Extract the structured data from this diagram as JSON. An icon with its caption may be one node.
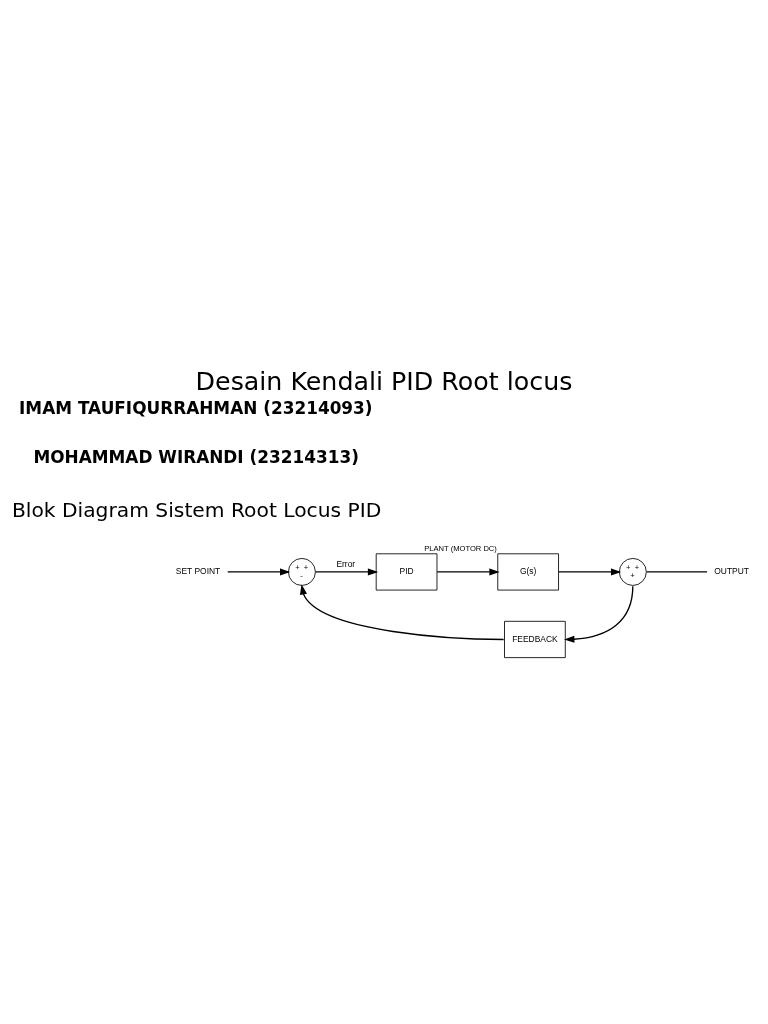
{
  "diagram": {
    "title": "Desain Kendali PID Root locus",
    "nodes": [
      {
        "text": [
          "SET POINT"
        ]
      },
      {
        "text": [
          "+",
          "+",
          "-"
        ]
      },
      {
        "text": [
          "PID"
        ]
      },
      {
        "text": [
          "G(s)"
        ],
        "beside": [
          "PLANT (MOTOR DC)"
        ]
      },
      {
        "text": [
          "+",
          "+",
          "+"
        ]
      },
      {
        "text": [
          "OUTPUT"
        ]
      },
      {
        "text": [
          "FEEDBACK"
        ]
      }
    ],
    "edges": [
      {
        "from": 0,
        "to": 1,
        "arrow": "to"
      },
      {
        "from": 1,
        "to": 2,
        "arrow": "to",
        "label": "Error"
      },
      {
        "from": 2,
        "to": 3,
        "arrow": "to"
      },
      {
        "from": 3,
        "to": 4,
        "arrow": "to"
      },
      {
        "from": 4,
        "to": 5,
        "arrow": "none"
      },
      {
        "from": 4,
        "to": 6,
        "arrow": "to"
      },
      {
        "from": 6,
        "to": 1,
        "arrow": "to"
      }
    ],
    "labels": [
      "IMAM TAUFIQURRAHMAN (23214093)",
      "MOHAMMAD WIRANDI (23214313)",
      "Blok Diagram Sistem Root Locus PID"
    ]
  }
}
